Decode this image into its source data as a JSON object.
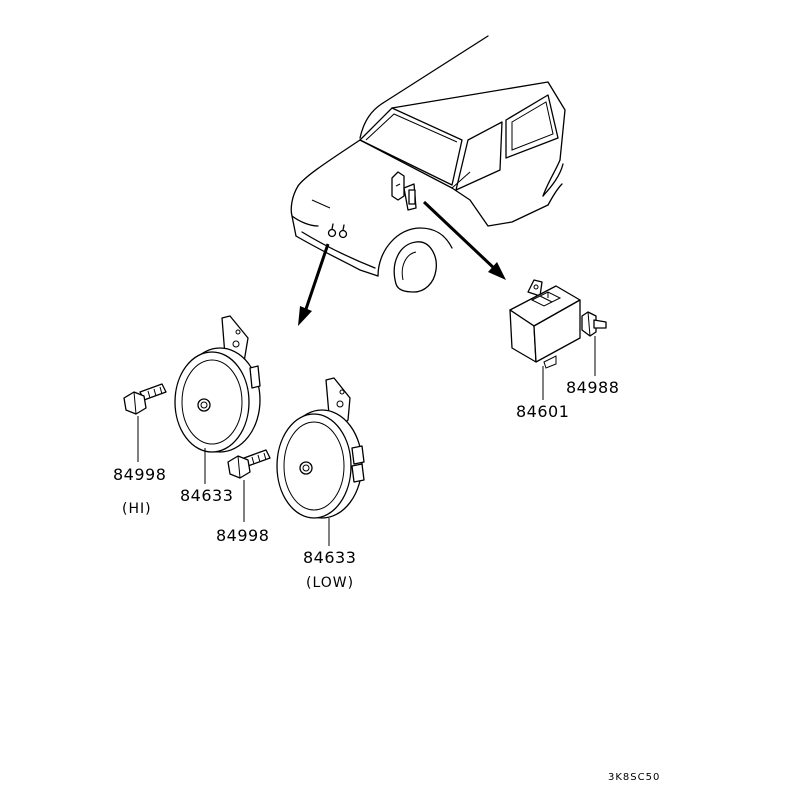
{
  "callouts": {
    "bolt_left": "84998",
    "horn_hi_part": "84633",
    "horn_hi_label": "(HI)",
    "bolt_center": "84998",
    "horn_low_part": "84633",
    "horn_low_label": "(LOW)",
    "relay_part": "84601",
    "screw_part": "84988"
  },
  "diagram_code": "3K8SC50"
}
